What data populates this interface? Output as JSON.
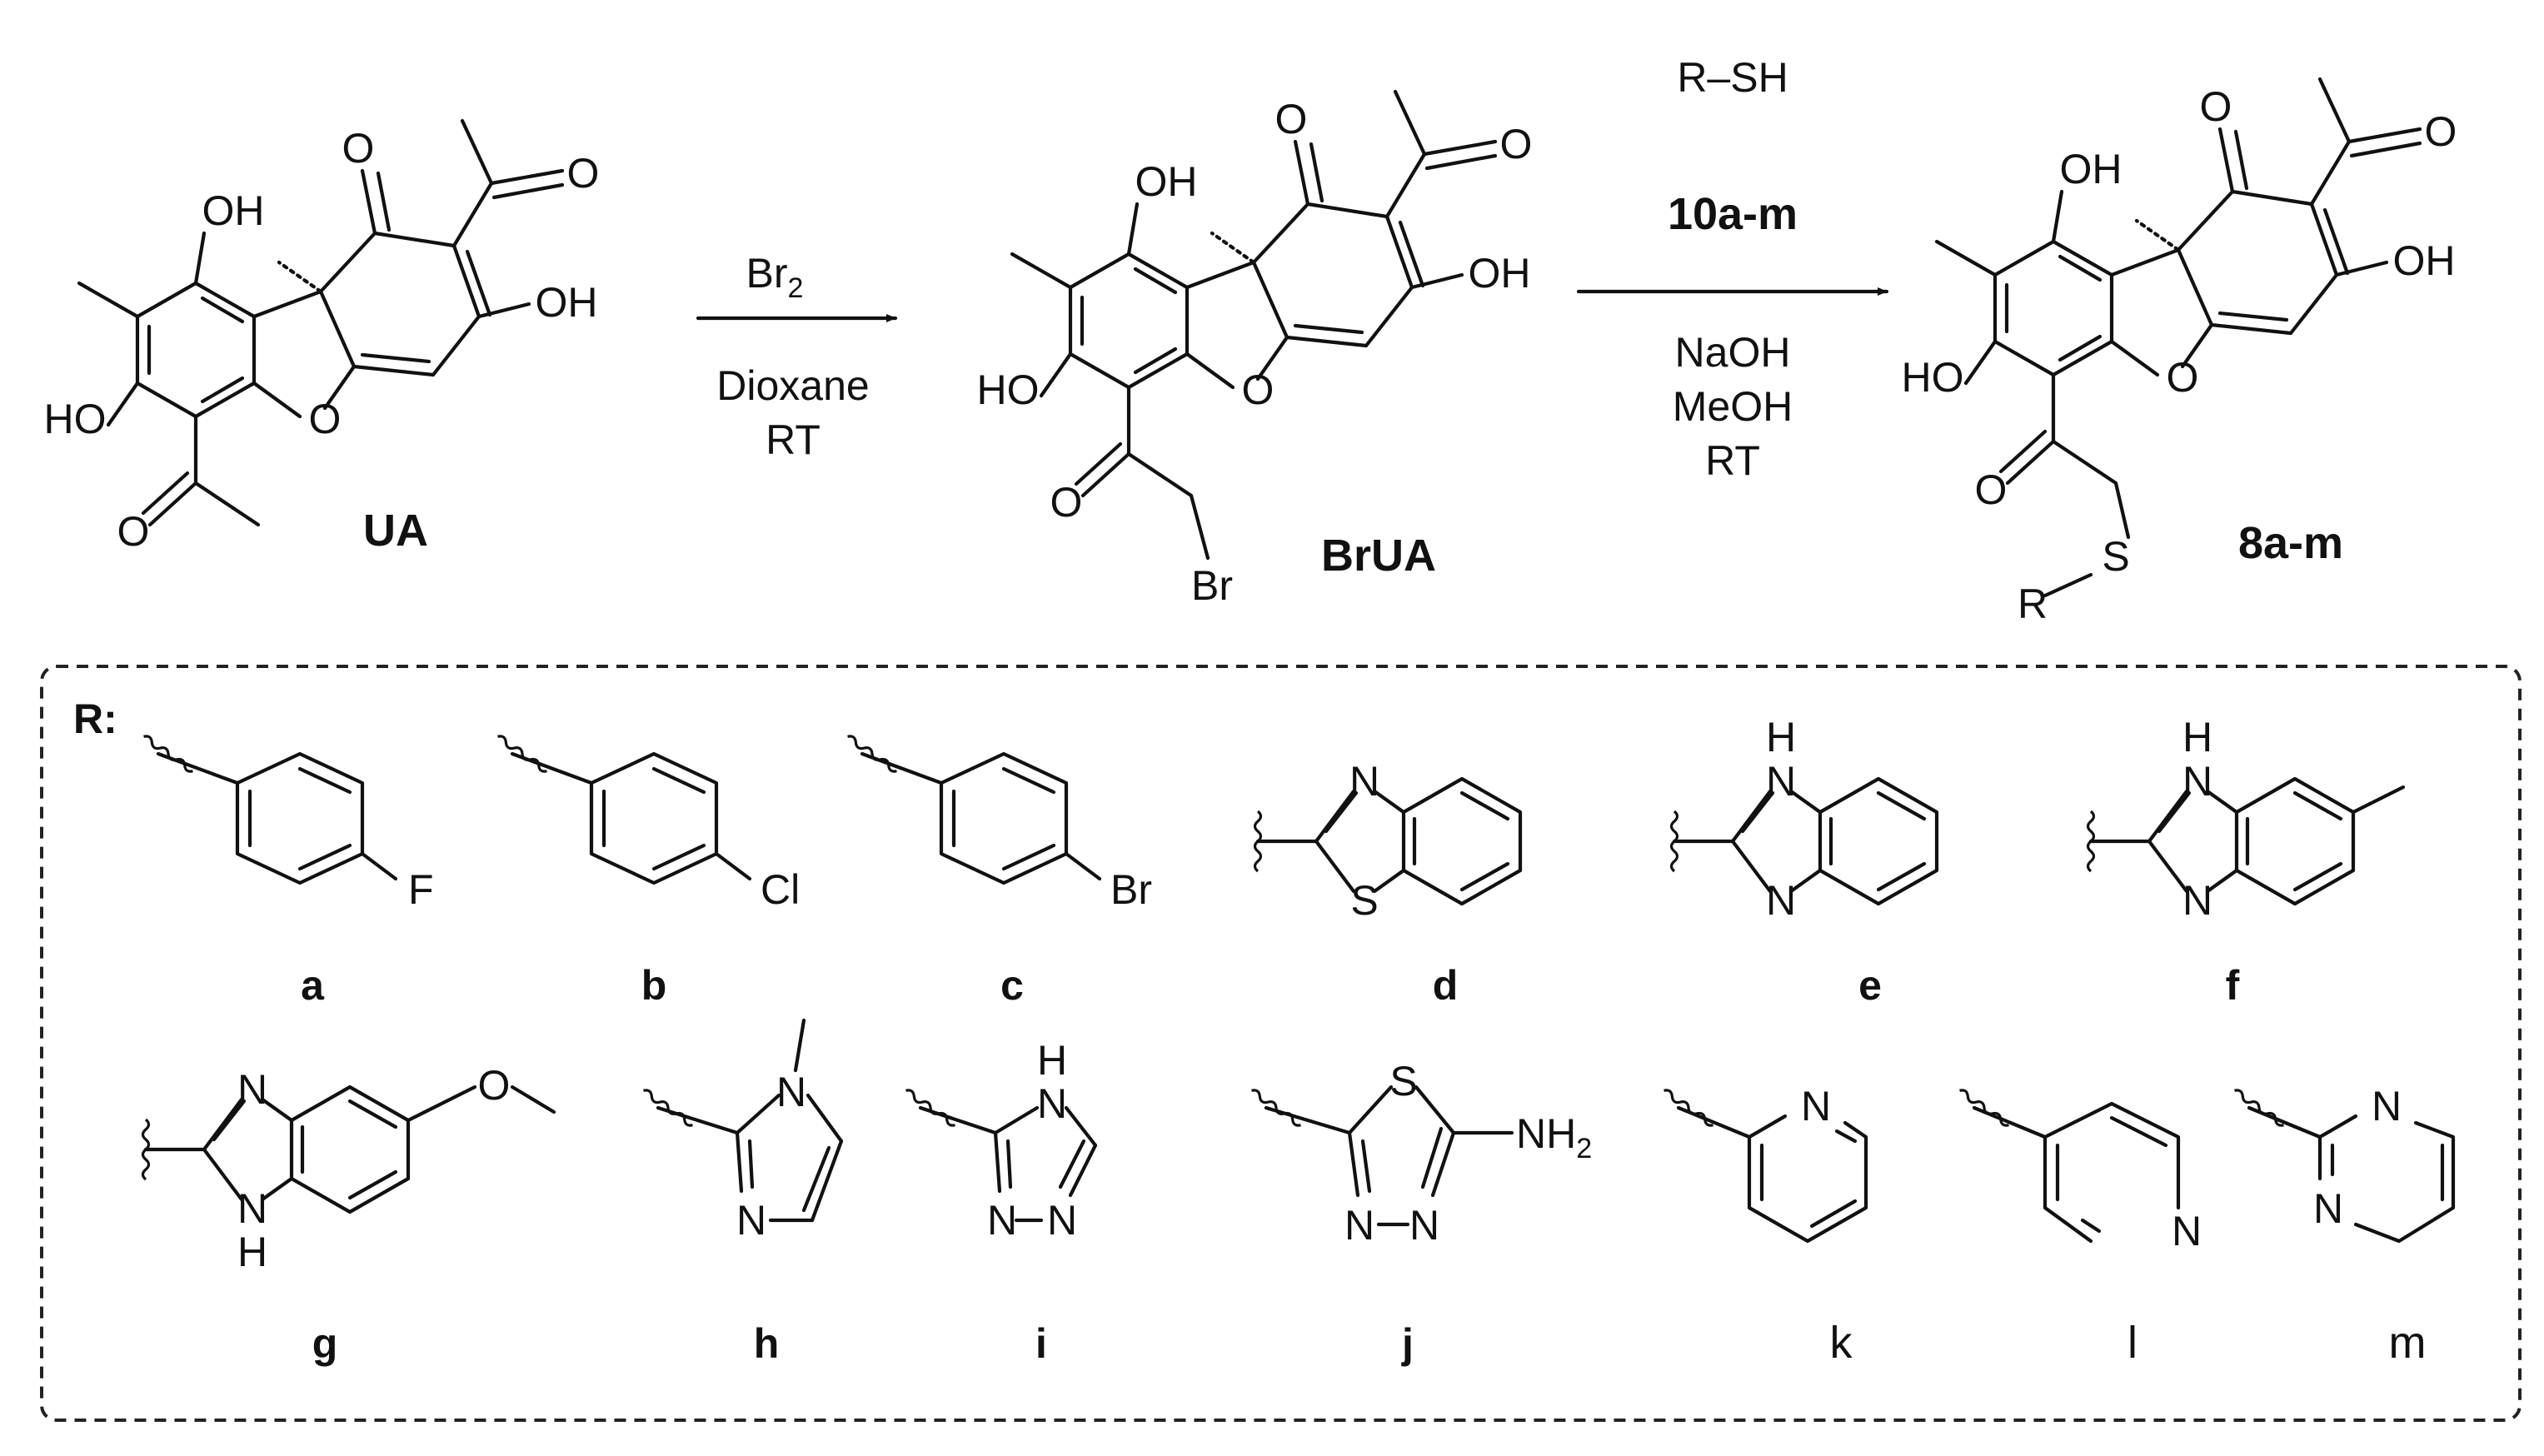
{
  "scheme": {
    "compounds": {
      "ua": "UA",
      "brua": "BrUA",
      "product": "8a-m"
    },
    "step1": {
      "reagent": "Br",
      "reagent_subscript": "2",
      "solvent": "Dioxane",
      "temperature": "RT"
    },
    "step2": {
      "thiol": "R–SH",
      "thiol_label": "10a-m",
      "base": "NaOH",
      "solvent": "MeOH",
      "temperature": "RT"
    },
    "r_box": {
      "title": "R:",
      "labels": [
        "a",
        "b",
        "c",
        "d",
        "e",
        "f",
        "g",
        "h",
        "i",
        "j",
        "k",
        "l",
        "m"
      ]
    },
    "atoms": {
      "oh": "OH",
      "ho": "HO",
      "o": "O",
      "br": "Br",
      "s": "S",
      "r": "R",
      "f": "F",
      "cl": "Cl",
      "n": "N",
      "h": "H",
      "nh2": "NH"
    }
  }
}
